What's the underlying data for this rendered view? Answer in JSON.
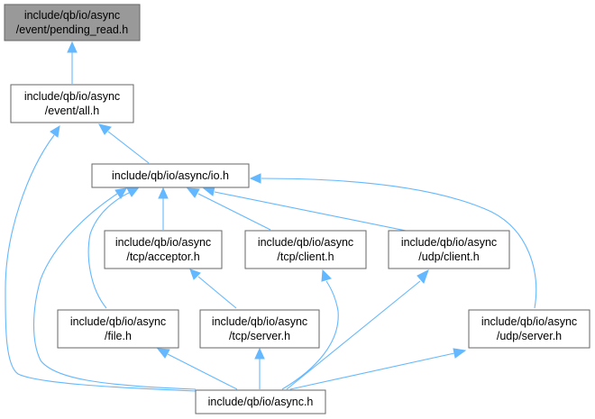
{
  "graph": {
    "nodes": {
      "pending_read": {
        "line1": "include/qb/io/async",
        "line2": "/event/pending_read.h"
      },
      "event_all": {
        "line1": "include/qb/io/async",
        "line2": "/event/all.h"
      },
      "io": {
        "line1": "include/qb/io/async/io.h",
        "line2": ""
      },
      "tcp_acceptor": {
        "line1": "include/qb/io/async",
        "line2": "/tcp/acceptor.h"
      },
      "tcp_client": {
        "line1": "include/qb/io/async",
        "line2": "/tcp/client.h"
      },
      "udp_client": {
        "line1": "include/qb/io/async",
        "line2": "/udp/client.h"
      },
      "file": {
        "line1": "include/qb/io/async",
        "line2": "/file.h"
      },
      "tcp_server": {
        "line1": "include/qb/io/async",
        "line2": "/tcp/server.h"
      },
      "udp_server": {
        "line1": "include/qb/io/async",
        "line2": "/udp/server.h"
      },
      "async": {
        "line1": "include/qb/io/async.h",
        "line2": ""
      }
    },
    "colors": {
      "root_fill": "#999999",
      "node_border": "#666666",
      "edge": "#63b8ff"
    }
  }
}
